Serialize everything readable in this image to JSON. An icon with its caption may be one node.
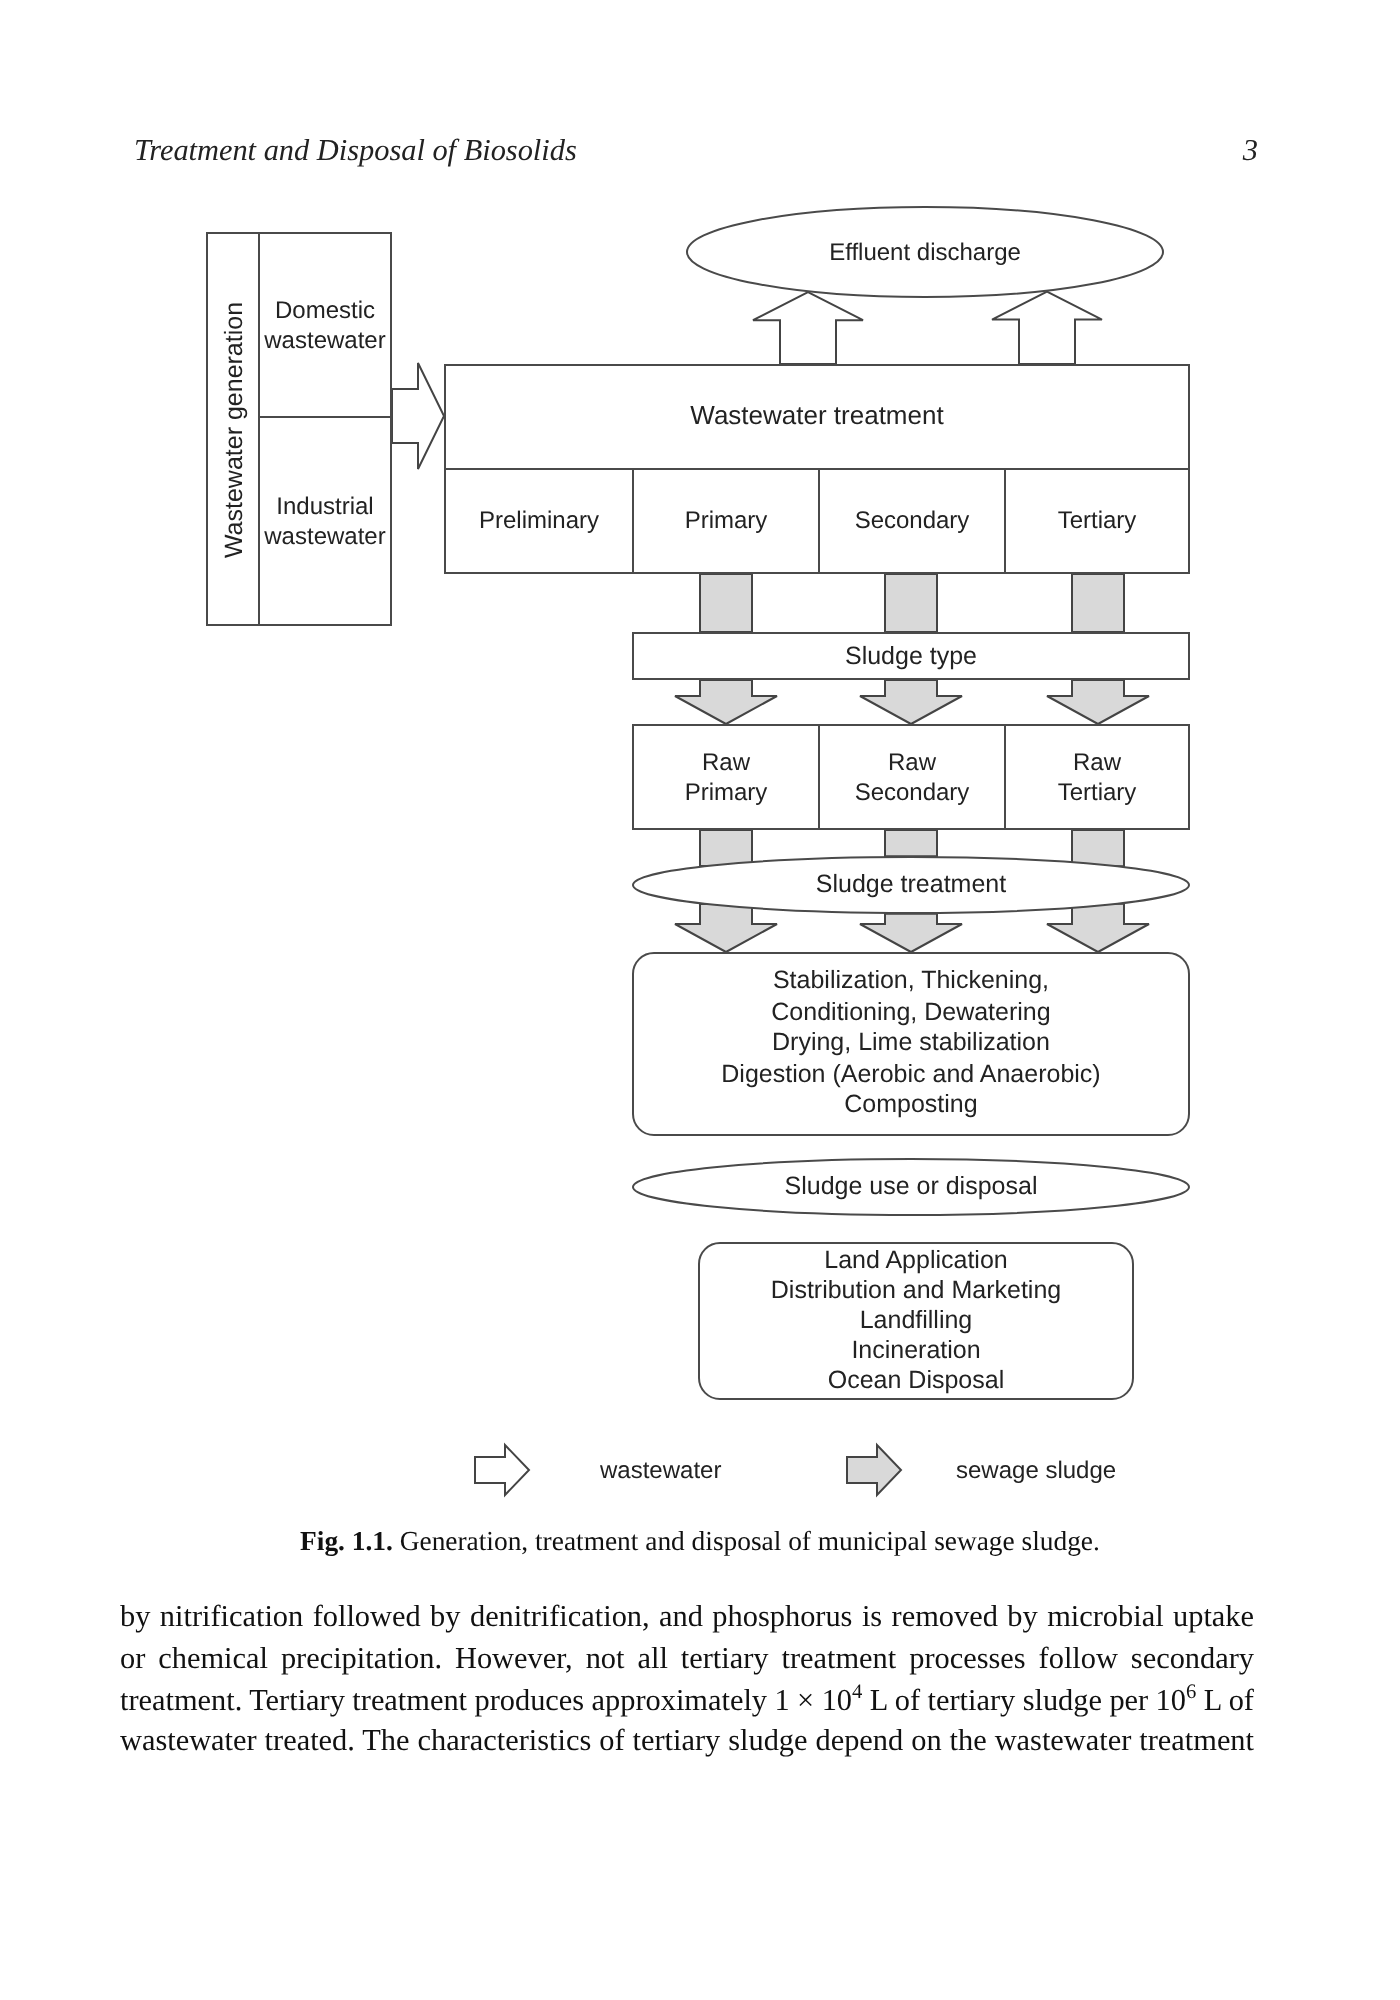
{
  "diagram": {
    "caption": "**Fig. 1.1.** Generation, treatment and disposal of municipal sewage sludge.",
    "nodes": [
      {
        "text": [
          "Effluent discharge"
        ]
      },
      {
        "text": [
          "Wastewater generation"
        ]
      },
      {
        "text": [
          "Domestic wastewater"
        ],
        "in": 1
      },
      {
        "text": [
          "Industrial wastewater"
        ],
        "in": 1
      },
      {
        "text": [
          "Wastewater treatment"
        ]
      },
      {
        "text": [
          "Preliminary"
        ],
        "in": 4
      },
      {
        "text": [
          "Primary"
        ],
        "in": 4
      },
      {
        "text": [
          "Secondary"
        ],
        "in": 4
      },
      {
        "text": [
          "Tertiary"
        ],
        "in": 4
      },
      {
        "text": [
          "Sludge type"
        ]
      },
      {
        "text": [
          "Raw Primary"
        ]
      },
      {
        "text": [
          "Raw Secondary"
        ]
      },
      {
        "text": [
          "Raw Tertiary"
        ]
      },
      {
        "text": [
          "Sludge treatment"
        ]
      },
      {
        "text": [
          "Stabilization, Thickening,",
          "Conditioning, Dewatering",
          "Drying, Lime stabilization",
          "Digestion (Aerobic and Anaerobic)",
          "Composting"
        ]
      },
      {
        "text": [
          "Sludge use or disposal"
        ]
      },
      {
        "text": [
          "Land Application",
          "Distribution and Marketing",
          "Landfilling",
          "Incineration",
          "Ocean Disposal"
        ]
      }
    ],
    "edges": [
      {
        "from": 1,
        "to": 4,
        "arrow": "to",
        "color": "#ffffff"
      },
      {
        "from": 4,
        "to": 0,
        "arrow": "to",
        "color": "#ffffff"
      },
      {
        "from": 4,
        "to": 0,
        "arrow": "to",
        "color": "#ffffff"
      },
      {
        "from": 6,
        "to": 9,
        "arrow": "none"
      },
      {
        "from": 7,
        "to": 9,
        "arrow": "none"
      },
      {
        "from": 8,
        "to": 9,
        "arrow": "none"
      },
      {
        "from": 9,
        "to": 10,
        "arrow": "to"
      },
      {
        "from": 9,
        "to": 11,
        "arrow": "to"
      },
      {
        "from": 9,
        "to": 12,
        "arrow": "to"
      },
      {
        "from": 10,
        "to": 13,
        "arrow": "none"
      },
      {
        "from": 11,
        "to": 13,
        "arrow": "none"
      },
      {
        "from": 12,
        "to": 13,
        "arrow": "none"
      },
      {
        "from": 13,
        "to": 14,
        "arrow": "to"
      },
      {
        "from": 13,
        "to": 14,
        "arrow": "to"
      },
      {
        "from": 13,
        "to": 14,
        "arrow": "to"
      }
    ],
    "labels": [
      "Treatment and Disposal of Biosolids",
      "3",
      "by nitrification followed by denitrification, and phosphorus is removed by microbial uptake or chemical precipitation. However, not all tertiary treatment processes follow secondary treatment. Tertiary treatment produces approximately 1 × 10$^{4}$ L of tertiary sludge per 10$^{6}$ L of wastewater treated. The characteristics of tertiary sludge depend on the wastewater treatment"
    ],
    "legend": [
      {
        "text": "wastewater"
      },
      {
        "text": "sewage sludge",
        "color": "#d9d9d9"
      }
    ]
  }
}
